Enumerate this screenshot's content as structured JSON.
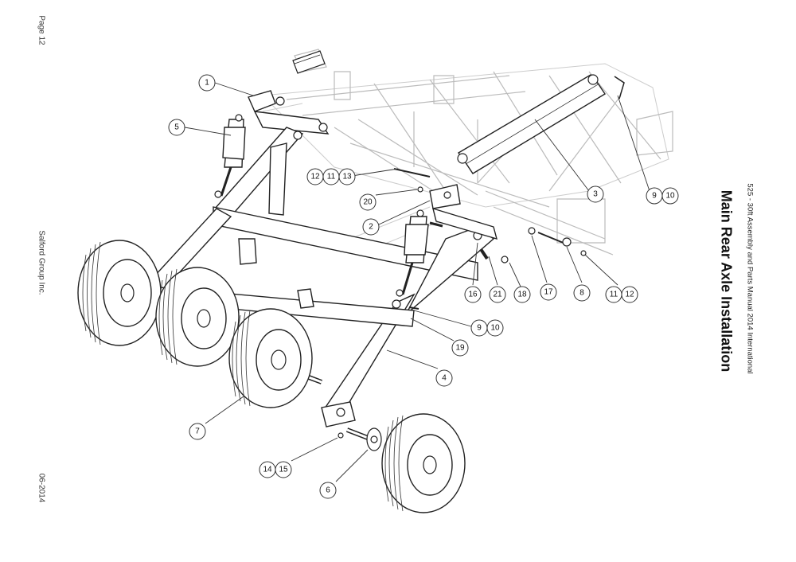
{
  "header": {
    "page_label": "Page 12",
    "company": "Salford Group Inc.",
    "date": "06-2014",
    "manual_subtitle": "525 - 30ft Assembly and Parts Manual 2014 International",
    "title": "Main Rear Axle Installation"
  },
  "callouts": [
    {
      "id": "c1",
      "labels": [
        "1"
      ]
    },
    {
      "id": "c5",
      "labels": [
        "5"
      ]
    },
    {
      "id": "c12-11-13",
      "labels": [
        "12",
        "11",
        "13"
      ]
    },
    {
      "id": "c20",
      "labels": [
        "20"
      ]
    },
    {
      "id": "c2",
      "labels": [
        "2"
      ]
    },
    {
      "id": "c3",
      "labels": [
        "3"
      ]
    },
    {
      "id": "c9-10-top",
      "labels": [
        "9",
        "10"
      ]
    },
    {
      "id": "c16",
      "labels": [
        "16"
      ]
    },
    {
      "id": "c21",
      "labels": [
        "21"
      ]
    },
    {
      "id": "c18",
      "labels": [
        "18"
      ]
    },
    {
      "id": "c17",
      "labels": [
        "17"
      ]
    },
    {
      "id": "c8",
      "labels": [
        "8"
      ]
    },
    {
      "id": "c11-12",
      "labels": [
        "11",
        "12"
      ]
    },
    {
      "id": "c9-10-mid",
      "labels": [
        "9",
        "10"
      ]
    },
    {
      "id": "c19",
      "labels": [
        "19"
      ]
    },
    {
      "id": "c4",
      "labels": [
        "4"
      ]
    },
    {
      "id": "c7",
      "labels": [
        "7"
      ]
    },
    {
      "id": "c14-15",
      "labels": [
        "14",
        "15"
      ]
    },
    {
      "id": "c6",
      "labels": [
        "6"
      ]
    }
  ]
}
